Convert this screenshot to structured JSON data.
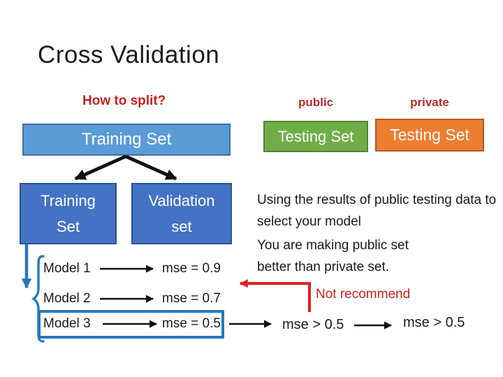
{
  "slide": {
    "title": "Cross Validation",
    "labels": {
      "how_to_split": "How to split?",
      "public": "public",
      "private": "private",
      "not_recommend": "Not recommend"
    },
    "boxes": {
      "training_set_top": "Training Set",
      "testing_set_public": "Testing Set",
      "testing_set_private": "Testing Set",
      "training_set_sub": "Training Set",
      "validation_set": "Validation set"
    },
    "models": [
      {
        "name": "Model 1",
        "mse": "mse = 0.9"
      },
      {
        "name": "Model 2",
        "mse": "mse = 0.7"
      },
      {
        "name": "Model 3",
        "mse": "mse = 0.5"
      }
    ],
    "notes": {
      "para1": "Using the results of public testing data to select your model",
      "para2": "You are making public set better than private set."
    },
    "mse_chain": {
      "public_result": "mse > 0.5",
      "private_result": "mse > 0.5"
    }
  },
  "colors": {
    "box_blue_light": "#5B9BD5",
    "box_blue_light_border": "#41719C",
    "box_blue": "#4472C4",
    "box_blue_border": "#2F528F",
    "box_green": "#70AD47",
    "box_green_border": "#548235",
    "box_orange": "#ED7D31",
    "box_orange_border": "#AE5A21",
    "accent_blue": "#2478BD",
    "red_text": "#C32222",
    "red_label": "#B02E2E",
    "red_arrow": "#E31E1E",
    "ink": "#1A1A1A"
  }
}
